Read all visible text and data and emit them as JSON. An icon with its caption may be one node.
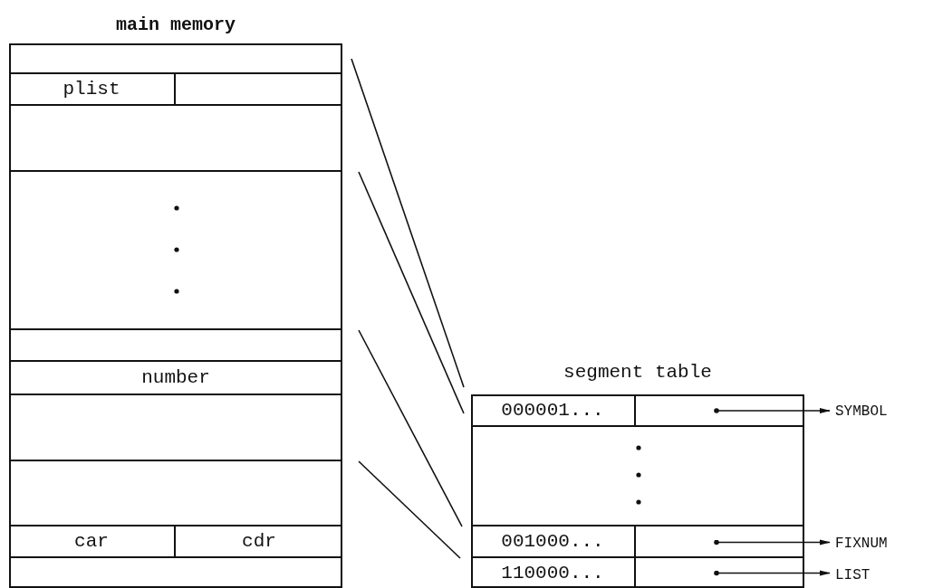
{
  "diagram": {
    "nodes": [
      {
        "text": [
          "main memory"
        ]
      },
      {
        "text": [],
        "shape": "box",
        "in": 0
      },
      {
        "text": [
          "plist"
        ],
        "in": 0
      },
      {
        "text": [],
        "shape": "box",
        "in": 0
      },
      {
        "text": [],
        "shape": "box",
        "in": 0
      },
      {
        "text": [],
        "shape": "box",
        "in": 0
      },
      {
        "text": [],
        "shape": "box",
        "in": 0
      },
      {
        "text": [
          "number"
        ],
        "in": 0
      },
      {
        "text": [],
        "shape": "box",
        "in": 0
      },
      {
        "text": [],
        "shape": "box",
        "in": 0
      },
      {
        "text": [
          "car"
        ],
        "in": 0
      },
      {
        "text": [
          "cdr"
        ],
        "in": 0
      },
      {
        "text": [],
        "shape": "box",
        "in": 0
      },
      {
        "text": [
          "segment table"
        ]
      },
      {
        "text": [
          "000001..."
        ],
        "in": 13
      },
      {
        "text": [],
        "shape": "box",
        "in": 13
      },
      {
        "text": [],
        "shape": "box",
        "in": 13
      },
      {
        "text": [
          "001000..."
        ],
        "in": 13
      },
      {
        "text": [],
        "shape": "box",
        "in": 13
      },
      {
        "text": [
          "110000..."
        ],
        "in": 13
      },
      {
        "text": [],
        "shape": "box",
        "in": 13
      },
      {
        "text": [
          "SYMBOL"
        ]
      },
      {
        "text": [
          "FIXNUM"
        ]
      },
      {
        "text": [
          "LIST"
        ]
      }
    ],
    "edges": [
      {
        "from": 0,
        "to": 14,
        "arrow": "none"
      },
      {
        "from": 0,
        "to": 14,
        "arrow": "none"
      },
      {
        "from": 0,
        "to": 17,
        "arrow": "none"
      },
      {
        "from": 0,
        "to": 17,
        "arrow": "none"
      },
      {
        "from": 15,
        "to": 21,
        "arrow": "to"
      },
      {
        "from": 18,
        "to": 22,
        "arrow": "to"
      },
      {
        "from": 20,
        "to": 23,
        "arrow": "to"
      }
    ]
  }
}
